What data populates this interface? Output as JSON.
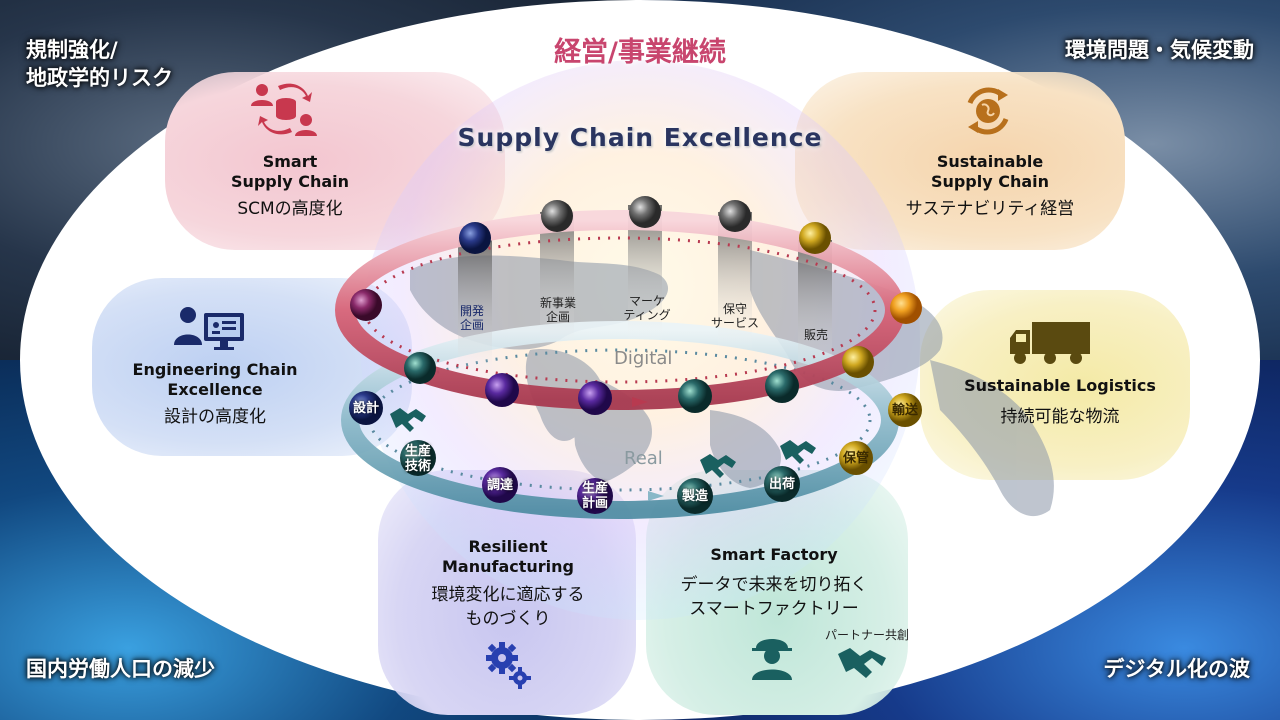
{
  "main_title": "経営/事業継続",
  "center_title": "Supply Chain Excellence",
  "corners": {
    "top_left": [
      "規制強化/",
      "地政学的リスク"
    ],
    "top_right": "環境問題・気候変動",
    "bottom_left": "国内労働人口の減少",
    "bottom_right": "デジタル化の波"
  },
  "categories": {
    "smart_supply_chain": {
      "title": [
        "Smart",
        "Supply Chain"
      ],
      "subtitle": "SCMの高度化",
      "icon": "people-database-icon",
      "color": "#f0b8c4"
    },
    "sustainable_supply_chain": {
      "title": [
        "Sustainable",
        "Supply Chain"
      ],
      "subtitle": "サステナビリティ経営",
      "icon": "globe-recycle-icon",
      "color": "#f6d2a4"
    },
    "engineering_chain": {
      "title": [
        "Engineering Chain",
        "Excellence"
      ],
      "subtitle": "設計の高度化",
      "icon": "engineer-computer-icon",
      "color": "#b8cdf0"
    },
    "sustainable_logistics": {
      "title": [
        "Sustainable Logistics"
      ],
      "subtitle": "持続可能な物流",
      "icon": "truck-icon",
      "color": "#f6ecac"
    },
    "resilient_manufacturing": {
      "title": [
        "Resilient",
        "Manufacturing"
      ],
      "subtitle": [
        "環境変化に適応する",
        "ものづくり"
      ],
      "icon": "gears-icon",
      "color": "#c8c4ee"
    },
    "smart_factory": {
      "title": [
        "Smart Factory"
      ],
      "subtitle": [
        "データで未来を切り拓く",
        "スマートファクトリー"
      ],
      "icon": "worker-icon",
      "color": "#bce6d6",
      "partner_label": "パートナー共創",
      "partner_icon": "handshake-icon"
    }
  },
  "rings": {
    "digital_label": "Digital",
    "real_label": "Real",
    "digital_nodes": [
      {
        "label": [
          "開発",
          "企画"
        ]
      },
      {
        "label": [
          "新事業",
          "企画"
        ]
      },
      {
        "label": [
          "マーケ",
          "ティング"
        ]
      },
      {
        "label": [
          "保守",
          "サービス"
        ]
      },
      {
        "label": [
          "販売"
        ]
      }
    ],
    "real_nodes": [
      {
        "label": [
          "設計"
        ]
      },
      {
        "label": [
          "生産",
          "技術"
        ]
      },
      {
        "label": [
          "調達"
        ]
      },
      {
        "label": [
          "生産",
          "計画"
        ]
      },
      {
        "label": [
          "製造"
        ]
      },
      {
        "label": [
          "出荷"
        ]
      },
      {
        "label": [
          "保管"
        ]
      },
      {
        "label": [
          "輸送"
        ]
      }
    ]
  },
  "colors": {
    "title_pink": "#c8456e",
    "center_title": "#2a3560",
    "digital_ring": "#d05a70",
    "real_ring": "#7ab0c4",
    "icon_red": "#c8384e",
    "icon_orange": "#b8701c",
    "icon_navy": "#1a2a6a",
    "icon_olive": "#5a4a10",
    "icon_blue": "#2840b0",
    "icon_teal": "#1a6060"
  }
}
